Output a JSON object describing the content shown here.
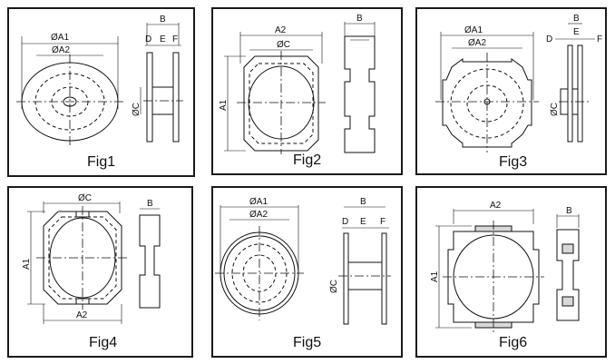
{
  "figures": [
    {
      "caption": "Fig1",
      "labels": {
        "a1": "ØA1",
        "a2": "ØA2",
        "b": "B",
        "d": "D",
        "e": "E",
        "f": "F",
        "c": "ØC"
      }
    },
    {
      "caption": "Fig2",
      "labels": {
        "a2": "A2",
        "c": "ØC",
        "a1": "A1",
        "b": "B"
      }
    },
    {
      "caption": "Fig3",
      "labels": {
        "a1": "ØA1",
        "a2": "ØA2",
        "b": "B",
        "d": "D",
        "e": "E",
        "f": "F",
        "c": "ØC"
      }
    },
    {
      "caption": "Fig4",
      "labels": {
        "c": "ØC",
        "a1": "A1",
        "a2": "A2",
        "b": "B"
      }
    },
    {
      "caption": "Fig5",
      "labels": {
        "a1": "ØA1",
        "a2": "ØA2",
        "b": "B",
        "d": "D",
        "e": "E",
        "f": "F",
        "c": "ØC"
      }
    },
    {
      "caption": "Fig6",
      "labels": {
        "a2": "A2",
        "a1": "A1",
        "b": "B"
      }
    }
  ]
}
